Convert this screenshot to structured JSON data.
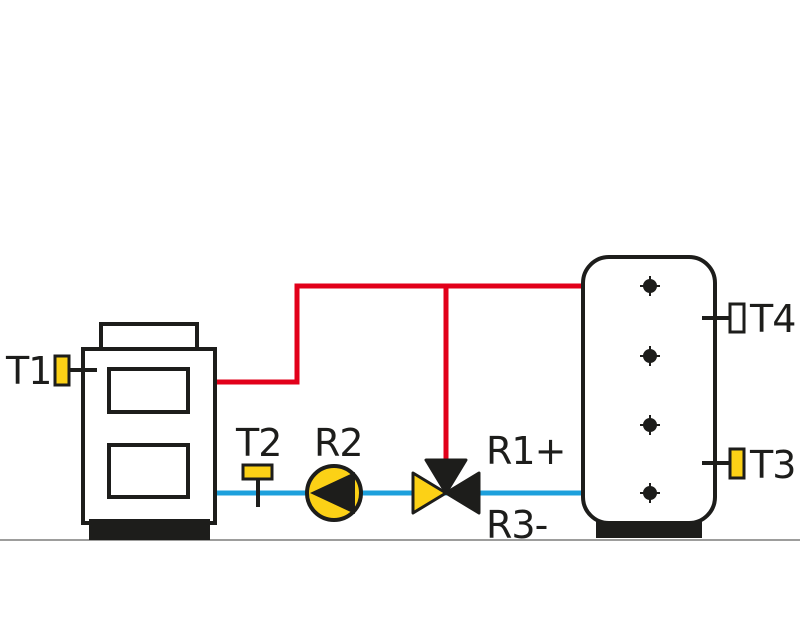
{
  "labels": {
    "t1": "T1",
    "t2": "T2",
    "t3": "T3",
    "t4": "T4",
    "r1": "R1+",
    "r2": "R2",
    "r3": "R3-"
  },
  "colors": {
    "supply_pipe": "#e2001a",
    "return_pipe": "#1da0dc",
    "component_fill": "#fcd116",
    "outline": "#1d1d1b",
    "ground_line": "#9d9d9c"
  },
  "icons": {
    "boiler": "boiler-icon",
    "storage_tank": "storage-tank-icon",
    "pump": "circulation-pump-icon",
    "mixing_valve": "three-way-valve-icon",
    "sensor": "temperature-sensor-icon"
  }
}
